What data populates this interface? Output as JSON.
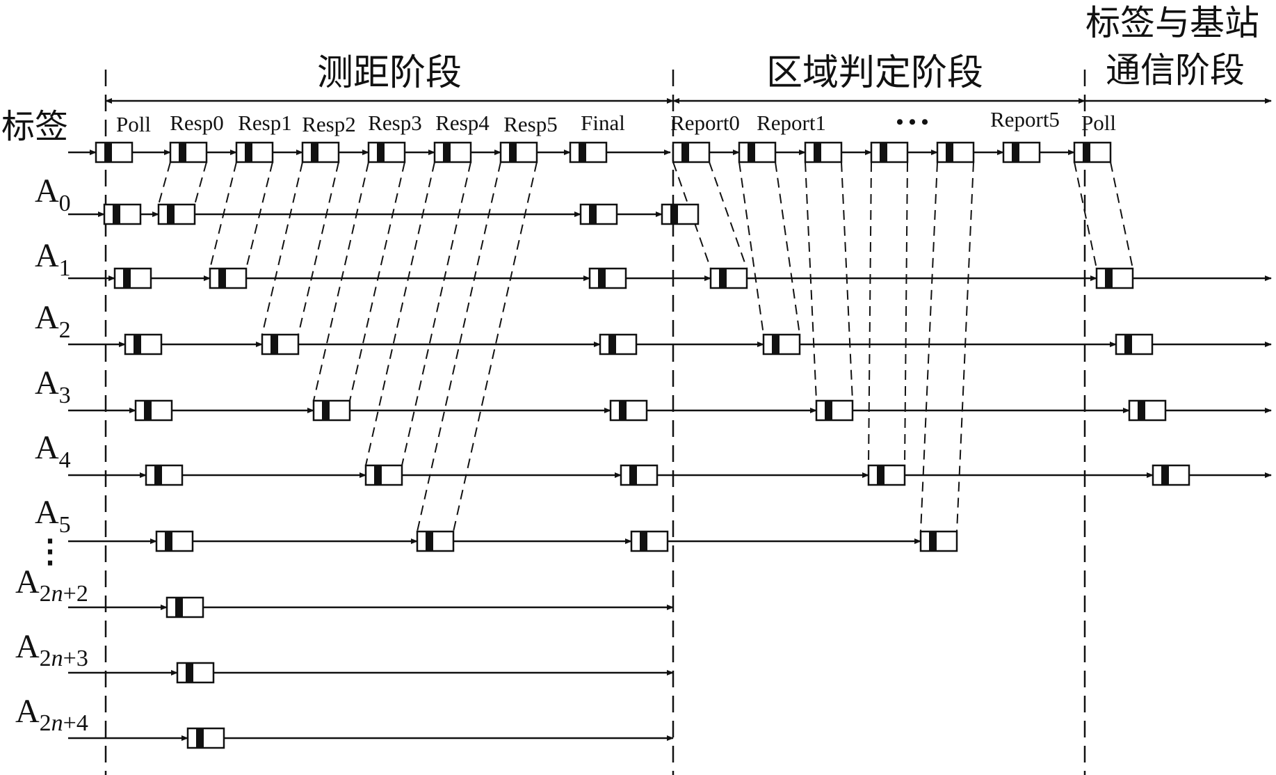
{
  "phases": [
    {
      "label": "测距阶段"
    },
    {
      "label": "区域判定阶段"
    },
    {
      "label": "标签与基站",
      "label2": "通信阶段"
    }
  ],
  "tag_label": "标签",
  "ellipsis": "• • •",
  "vertical_dots": "⋮",
  "messages": [
    "Poll",
    "Resp0",
    "Resp1",
    "Resp2",
    "Resp3",
    "Resp4",
    "Resp5",
    "Final",
    "Report0",
    "Report1",
    "Report5",
    "Poll"
  ],
  "anchors": [
    {
      "base": "A",
      "sub": "0"
    },
    {
      "base": "A",
      "sub": "1"
    },
    {
      "base": "A",
      "sub": "2"
    },
    {
      "base": "A",
      "sub": "3"
    },
    {
      "base": "A",
      "sub": "4"
    },
    {
      "base": "A",
      "sub": "5"
    },
    {
      "base": "A",
      "sub_prefix": "2",
      "sub_var": "n",
      "sub_suffix": "+2"
    },
    {
      "base": "A",
      "sub_prefix": "2",
      "sub_var": "n",
      "sub_suffix": "+3"
    },
    {
      "base": "A",
      "sub_prefix": "2",
      "sub_var": "n",
      "sub_suffix": "+4"
    }
  ],
  "colors": {
    "line": "#111111",
    "background": "#ffffff"
  }
}
